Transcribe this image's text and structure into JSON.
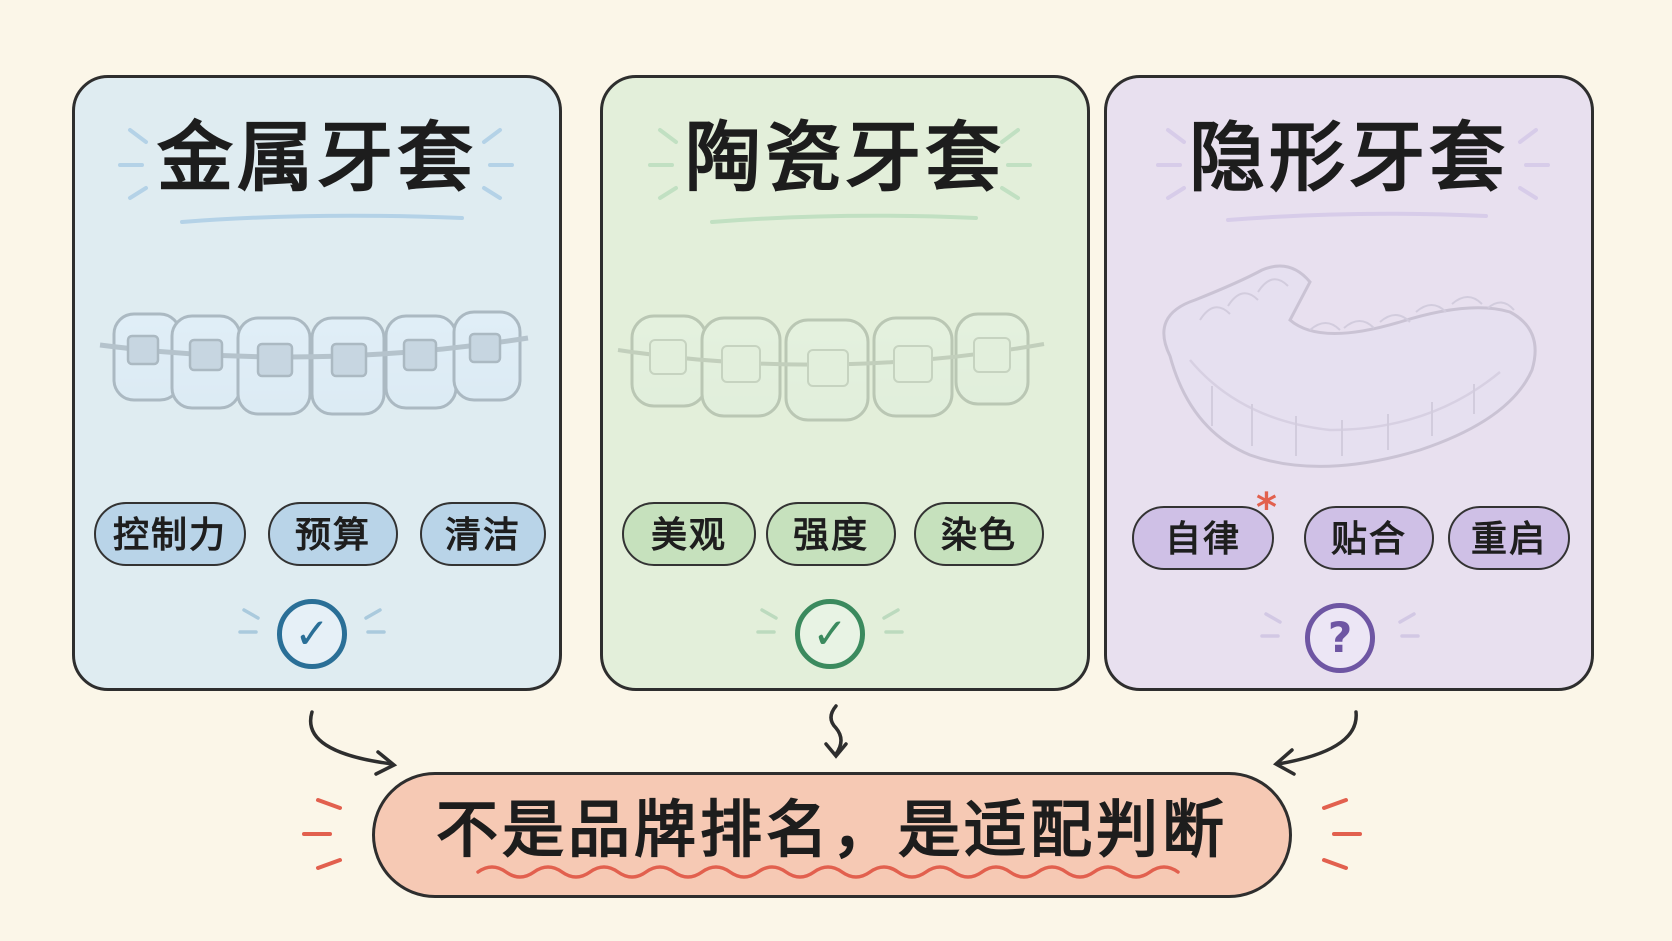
{
  "colors": {
    "background": "#fbf6e8",
    "metal": "#2a6f97",
    "ceramic": "#3b8a5e",
    "invisible": "#6e56a3",
    "banner": "#e2604e"
  },
  "cards": [
    {
      "title": "金属牙套",
      "tags": [
        "控制力",
        "预算",
        "清洁"
      ],
      "badge_symbol": "✓",
      "badge_icon": "check-icon"
    },
    {
      "title": "陶瓷牙套",
      "tags": [
        "美观",
        "强度",
        "染色"
      ],
      "badge_symbol": "✓",
      "badge_icon": "check-icon"
    },
    {
      "title": "隐形牙套",
      "tags": [
        "自律",
        "贴合",
        "重启"
      ],
      "tag_marker": "*",
      "badge_symbol": "?",
      "badge_icon": "question-icon"
    }
  ],
  "banner": {
    "text": "不是品牌排名，是适配判断"
  }
}
